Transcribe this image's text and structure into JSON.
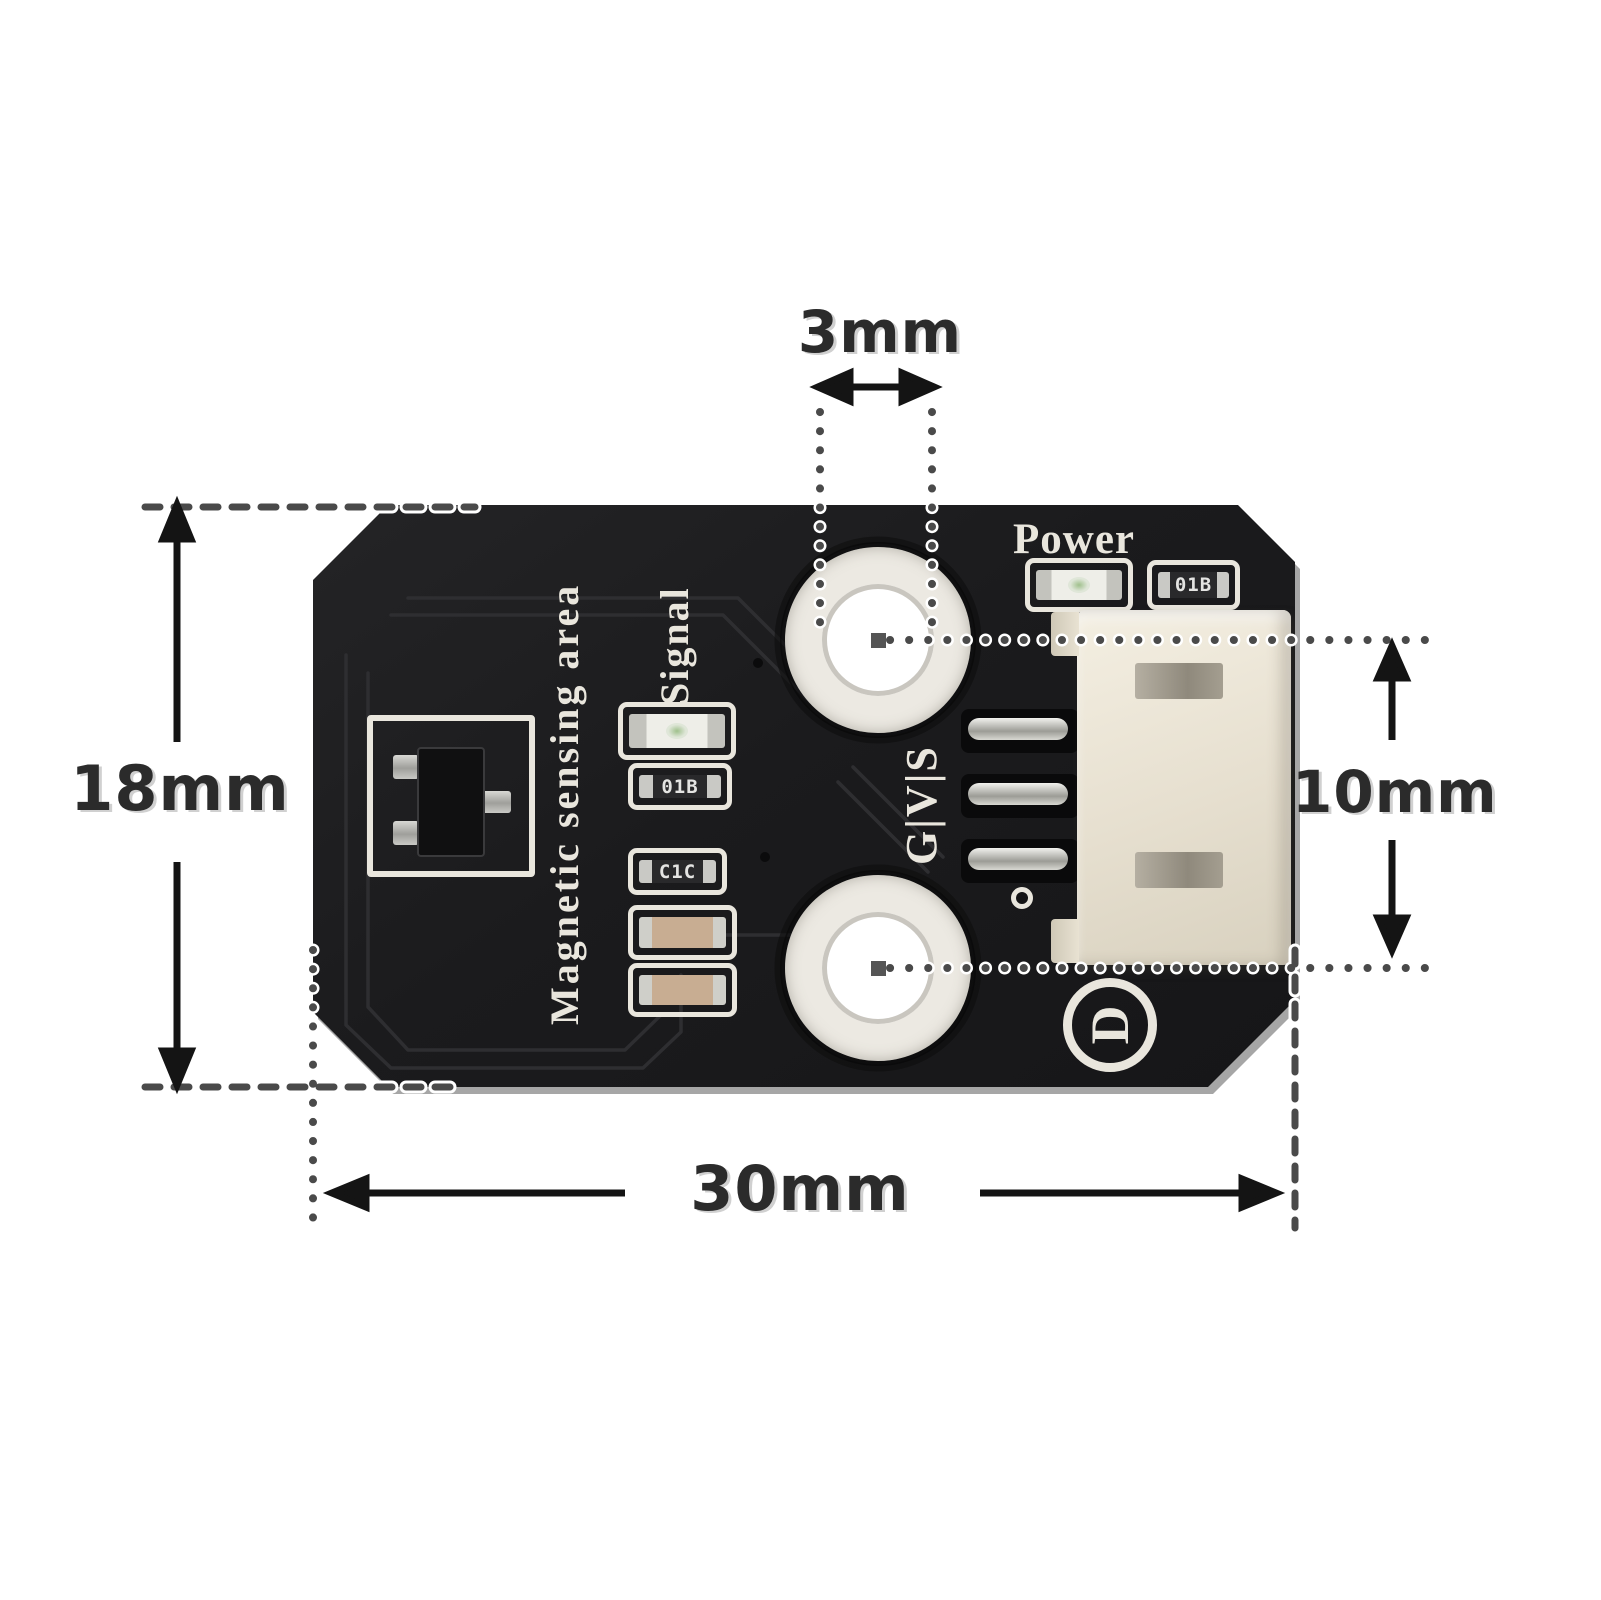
{
  "dimensions": {
    "top": "3mm",
    "left": "18mm",
    "right": "10mm",
    "bottom": "30mm"
  },
  "board": {
    "silkscreen": {
      "sensing_area": "Magnetic sensing area",
      "signal": "Signal",
      "power": "Power",
      "pinout": "G|V|S",
      "d_mark": "D"
    },
    "markings": {
      "signal_resistor": "01B",
      "power_resistor": "01B",
      "capacitor": "C1C"
    }
  },
  "colors": {
    "background": "#ffffff",
    "board": "#1c1c1e",
    "silkscreen": "#e9e6dd",
    "connector": "#e9e3d5",
    "tan_capacitor": "#c8ad92",
    "dimension_text": "#2b2b2b",
    "dimension_line": "#4a4a4a"
  }
}
